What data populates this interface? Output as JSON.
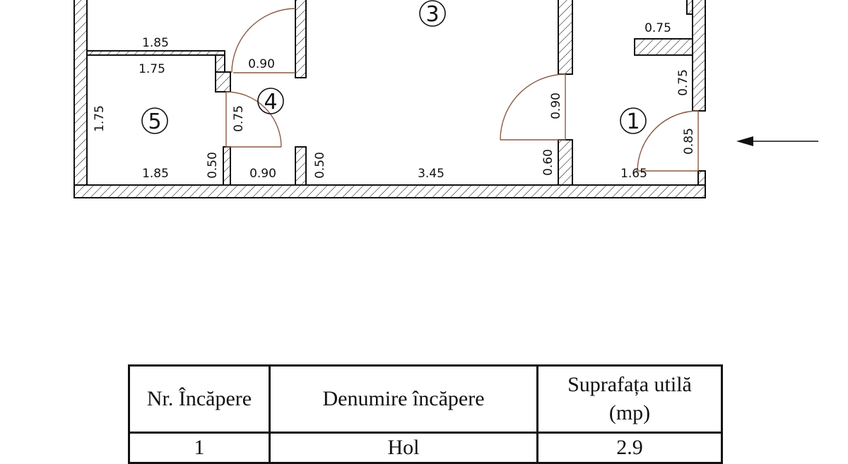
{
  "plan": {
    "rooms": [
      {
        "id": "1",
        "label": "1"
      },
      {
        "id": "3",
        "label": "3"
      },
      {
        "id": "4",
        "label": "4"
      },
      {
        "id": "5",
        "label": "5"
      }
    ],
    "dimensions": {
      "d_185_top": "1.85",
      "d_175_inner": "1.75",
      "d_090_top": "0.90",
      "d_075_top_right": "0.75",
      "d_075_right_vert": "0.75",
      "d_175_left_vert": "1.75",
      "d_075_room4": "0.75",
      "d_090_room3_door": "0.90",
      "d_085_room1": "0.85",
      "d_050_a": "0.50",
      "d_050_b": "0.50",
      "d_060": "0.60",
      "d_185_bottom": "1.85",
      "d_090_bottom": "0.90",
      "d_345_bottom": "3.45",
      "d_165_bottom": "1.65"
    }
  },
  "table": {
    "headers": {
      "nr": "Nr. Încăpere",
      "name": "Denumire încăpere",
      "area_line1": "Suprafața utilă",
      "area_line2": "(mp)"
    },
    "rows": [
      {
        "nr": "1",
        "name": "Hol",
        "area": "2.9"
      }
    ]
  }
}
